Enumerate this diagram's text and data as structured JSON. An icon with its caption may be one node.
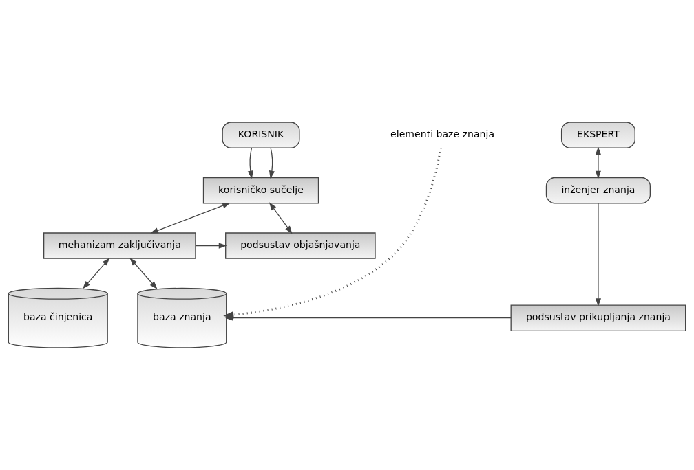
{
  "diagram": {
    "nodes": [
      {
        "text": [
          "KORISNIK"
        ]
      },
      {
        "text": [
          "korisničko sučelje"
        ]
      },
      {
        "text": [
          "mehanizam zaključivanja"
        ]
      },
      {
        "text": [
          "podsustav objašnjavanja"
        ]
      },
      {
        "text": [
          "baza činjenica"
        ]
      },
      {
        "text": [
          "baza znanja"
        ]
      },
      {
        "text": [
          "EKSPERT"
        ]
      },
      {
        "text": [
          "inženjer znanja"
        ]
      },
      {
        "text": [
          "podsustav prikupljanja znanja"
        ]
      },
      {
        "text": [
          "elementi baze znanja"
        ]
      }
    ],
    "edges": [
      {
        "from": 0,
        "to": 1,
        "arrow": "to"
      },
      {
        "from": 0,
        "to": 1,
        "arrow": "to"
      },
      {
        "from": 1,
        "to": 2,
        "arrow": "both"
      },
      {
        "from": 1,
        "to": 3,
        "arrow": "both"
      },
      {
        "from": 2,
        "to": 3,
        "arrow": "to"
      },
      {
        "from": 2,
        "to": 4,
        "arrow": "both"
      },
      {
        "from": 2,
        "to": 5,
        "arrow": "both"
      },
      {
        "from": 6,
        "to": 7,
        "arrow": "both"
      },
      {
        "from": 7,
        "to": 8,
        "arrow": "to"
      },
      {
        "from": 8,
        "to": 5,
        "arrow": "to"
      },
      {
        "from": 9,
        "to": 5,
        "arrow": "to",
        "style": "dashed"
      }
    ]
  }
}
